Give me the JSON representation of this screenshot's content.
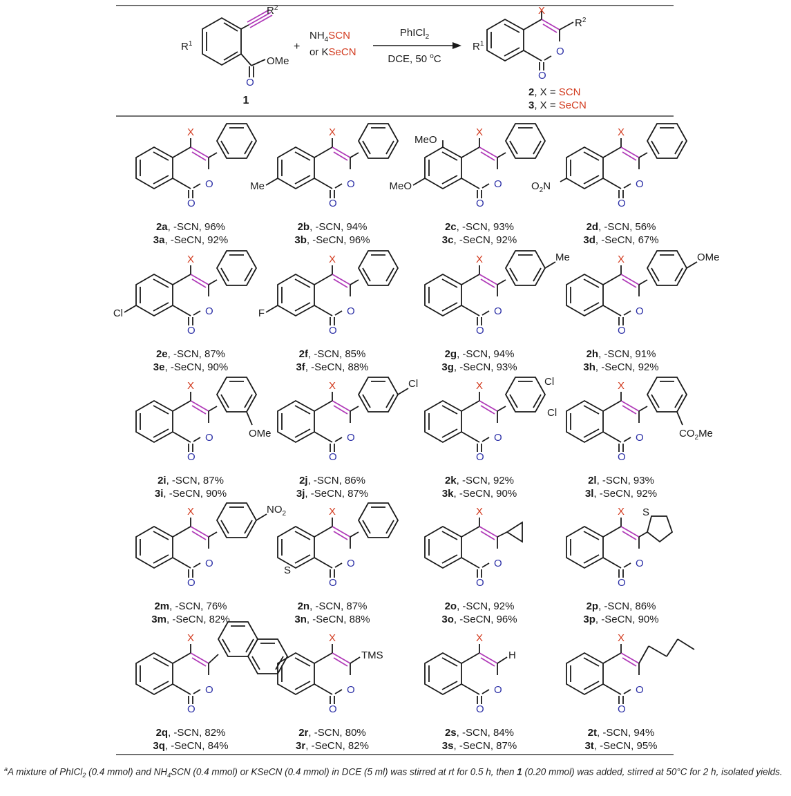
{
  "header": {
    "starting_material": {
      "id": "1",
      "r1": "R",
      "r1_sup": "1",
      "r2": "R",
      "r2_sup": "2",
      "ester": "OMe",
      "oxygen": "O"
    },
    "plus": "+",
    "reagent_ammonium": {
      "prefix": "NH",
      "sub": "4",
      "ion": "SCN"
    },
    "reagent_potassium": {
      "prefix": "or K",
      "ion": "SeCN"
    },
    "oxidant": {
      "text": "PhICl",
      "sub": "2"
    },
    "conditions": "DCE, 50 ",
    "conditions_degree": "o",
    "conditions_unit": "C",
    "product": {
      "x": "X",
      "r1": "R",
      "r1_sup": "1",
      "r2": "R",
      "r2_sup": "2",
      "ring_o": "O",
      "carbonyl_o": "O"
    },
    "legend": [
      {
        "id": "2",
        "text": ", X = ",
        "x": "SCN"
      },
      {
        "id": "3",
        "text": ", X = ",
        "x": "SeCN"
      }
    ]
  },
  "compounds": [
    {
      "thio": "2a",
      "sel": "3a",
      "thio_yield": ", -SCN, 96%",
      "sel_yield": ", -SeCN, 92%"
    },
    {
      "thio": "2b",
      "sel": "3b",
      "thio_yield": ", -SCN, 94%",
      "sel_yield": ", -SeCN, 96%",
      "label": "Me"
    },
    {
      "thio": "2c",
      "sel": "3c",
      "thio_yield": ", -SCN, 93%",
      "sel_yield": ", -SeCN, 92%",
      "label": "MeO",
      "label2": "MeO"
    },
    {
      "thio": "2d",
      "sel": "3d",
      "thio_yield": ", -SCN, 56%",
      "sel_yield": ", -SeCN, 67%",
      "label": "O",
      "label_sub": "2",
      "label_tail": "N"
    },
    {
      "thio": "2e",
      "sel": "3e",
      "thio_yield": ", -SCN, 87%",
      "sel_yield": ", -SeCN, 90%",
      "label": "Cl"
    },
    {
      "thio": "2f",
      "sel": "3f",
      "thio_yield": ", -SCN, 85%",
      "sel_yield": ", -SeCN, 88%",
      "label": "F"
    },
    {
      "thio": "2g",
      "sel": "3g",
      "thio_yield": ", -SCN, 94%",
      "sel_yield": ", -SeCN, 93%",
      "label": "Me"
    },
    {
      "thio": "2h",
      "sel": "3h",
      "thio_yield": ", -SCN, 91%",
      "sel_yield": ", -SeCN, 92%",
      "label": "OMe"
    },
    {
      "thio": "2i",
      "sel": "3i",
      "thio_yield": ", -SCN, 87%",
      "sel_yield": ", -SeCN, 90%",
      "label": "OMe"
    },
    {
      "thio": "2j",
      "sel": "3j",
      "thio_yield": ", -SCN, 86%",
      "sel_yield": ", -SeCN, 87%",
      "label": "Cl"
    },
    {
      "thio": "2k",
      "sel": "3k",
      "thio_yield": ", -SCN, 92%",
      "sel_yield": ", -SeCN, 90%",
      "label": "Cl",
      "label2": "Cl"
    },
    {
      "thio": "2l",
      "sel": "3l",
      "thio_yield": ", -SCN, 93%",
      "sel_yield": ", -SeCN, 92%",
      "label": "CO",
      "label_sub": "2",
      "label_tail": "Me"
    },
    {
      "thio": "2m",
      "sel": "3m",
      "thio_yield": ", -SCN, 76%",
      "sel_yield": ", -SeCN, 82%",
      "label": "NO",
      "label_sub": "2"
    },
    {
      "thio": "2n",
      "sel": "3n",
      "thio_yield": ", -SCN, 87%",
      "sel_yield": ", -SeCN, 88%",
      "label": "S"
    },
    {
      "thio": "2o",
      "sel": "3o",
      "thio_yield": ", -SCN, 92%",
      "sel_yield": ", -SeCN, 96%"
    },
    {
      "thio": "2p",
      "sel": "3p",
      "thio_yield": ", -SCN, 86%",
      "sel_yield": ", -SeCN, 90%",
      "label": "S"
    },
    {
      "thio": "2q",
      "sel": "3q",
      "thio_yield": ", -SCN, 82%",
      "sel_yield": ", -SeCN, 84%"
    },
    {
      "thio": "2r",
      "sel": "3r",
      "thio_yield": ", -SCN, 80%",
      "sel_yield": ", -SeCN, 82%",
      "label": "TMS"
    },
    {
      "thio": "2s",
      "sel": "3s",
      "thio_yield": ", -SCN, 84%",
      "sel_yield": ", -SeCN, 87%",
      "label": "H"
    },
    {
      "thio": "2t",
      "sel": "3t",
      "thio_yield": ", -SCN, 94%",
      "sel_yield": ", -SeCN, 95%"
    }
  ],
  "structure_labels": {
    "x": "X",
    "ring_o": "O",
    "carbonyl_o": "O"
  },
  "footnote": {
    "mark": "a",
    "t1": "A mixture of PhICl",
    "t1_sub": "2",
    "t2": " (0.4 mmol) and NH",
    "t2_sub": "4",
    "t3": "SCN (0.4 mmol) or KSeCN (0.4 mmol) in DCE (5 ml) was stirred at rt for 0.5 h, then ",
    "bold": "1",
    "t4": " (0.20 mmol) was added, stirred at 50°C for 2 h, isolated yields."
  },
  "colors": {
    "x_red": "#d23a1e",
    "oxygen_blue": "#2b2fa6",
    "bond_magenta": "#b03ab8",
    "bond_black": "#1a1a1a"
  }
}
